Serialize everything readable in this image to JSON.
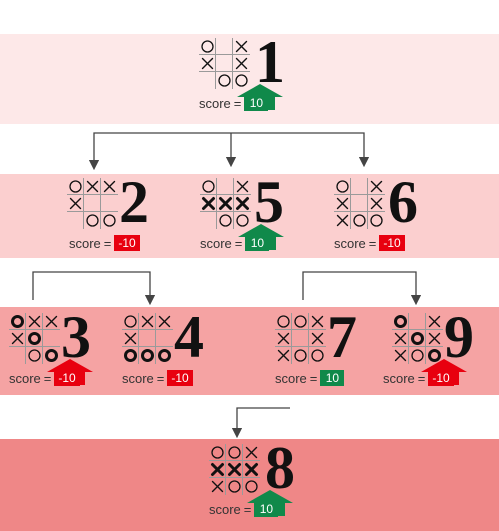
{
  "score_label": "score",
  "equals": "=",
  "colors": {
    "band_1": "#fde8e8",
    "band_2": "#fbcfcf",
    "band_3": "#f5a3a3",
    "band_4": "#ef8787",
    "positive": "#10894a",
    "negative": "#e8000f"
  },
  "nodes": [
    {
      "id": "n1",
      "label": "1",
      "score": "10",
      "score_type": "pos",
      "arrow": "up",
      "board": [
        "O",
        "",
        "X",
        "X",
        "",
        "X",
        "",
        "O",
        "O"
      ]
    },
    {
      "id": "n2",
      "label": "2",
      "score": "-10",
      "score_type": "neg",
      "arrow": "none",
      "board": [
        "O",
        "X",
        "X",
        "X",
        "",
        "",
        "",
        "O",
        "O"
      ]
    },
    {
      "id": "n5",
      "label": "5",
      "score": "10",
      "score_type": "pos",
      "arrow": "up",
      "board": [
        "O",
        "",
        "X",
        "Xb",
        "Xb",
        "Xb",
        "",
        "O",
        "O"
      ]
    },
    {
      "id": "n6",
      "label": "6",
      "score": "-10",
      "score_type": "neg",
      "arrow": "none",
      "board": [
        "O",
        "",
        "X",
        "X",
        "",
        "X",
        "X",
        "O",
        "O"
      ]
    },
    {
      "id": "n3",
      "label": "3",
      "score": "-10",
      "score_type": "neg",
      "arrow": "up",
      "board": [
        "Ob",
        "X",
        "X",
        "X",
        "Ob",
        "",
        "",
        "O",
        "Ob"
      ]
    },
    {
      "id": "n4",
      "label": "4",
      "score": "-10",
      "score_type": "neg",
      "arrow": "none",
      "board": [
        "O",
        "X",
        "X",
        "X",
        "",
        "",
        "Ob",
        "Ob",
        "Ob"
      ]
    },
    {
      "id": "n7",
      "label": "7",
      "score": "10",
      "score_type": "pos",
      "arrow": "none",
      "board": [
        "O",
        "O",
        "X",
        "X",
        "",
        "X",
        "X",
        "O",
        "O"
      ]
    },
    {
      "id": "n9",
      "label": "9",
      "score": "-10",
      "score_type": "neg",
      "arrow": "up",
      "board": [
        "Ob",
        "",
        "X",
        "X",
        "Ob",
        "X",
        "X",
        "O",
        "Ob"
      ]
    },
    {
      "id": "n8",
      "label": "8",
      "score": "10",
      "score_type": "pos",
      "arrow": "up",
      "board": [
        "O",
        "O",
        "X",
        "Xb",
        "Xb",
        "Xb",
        "X",
        "O",
        "O"
      ]
    }
  ]
}
